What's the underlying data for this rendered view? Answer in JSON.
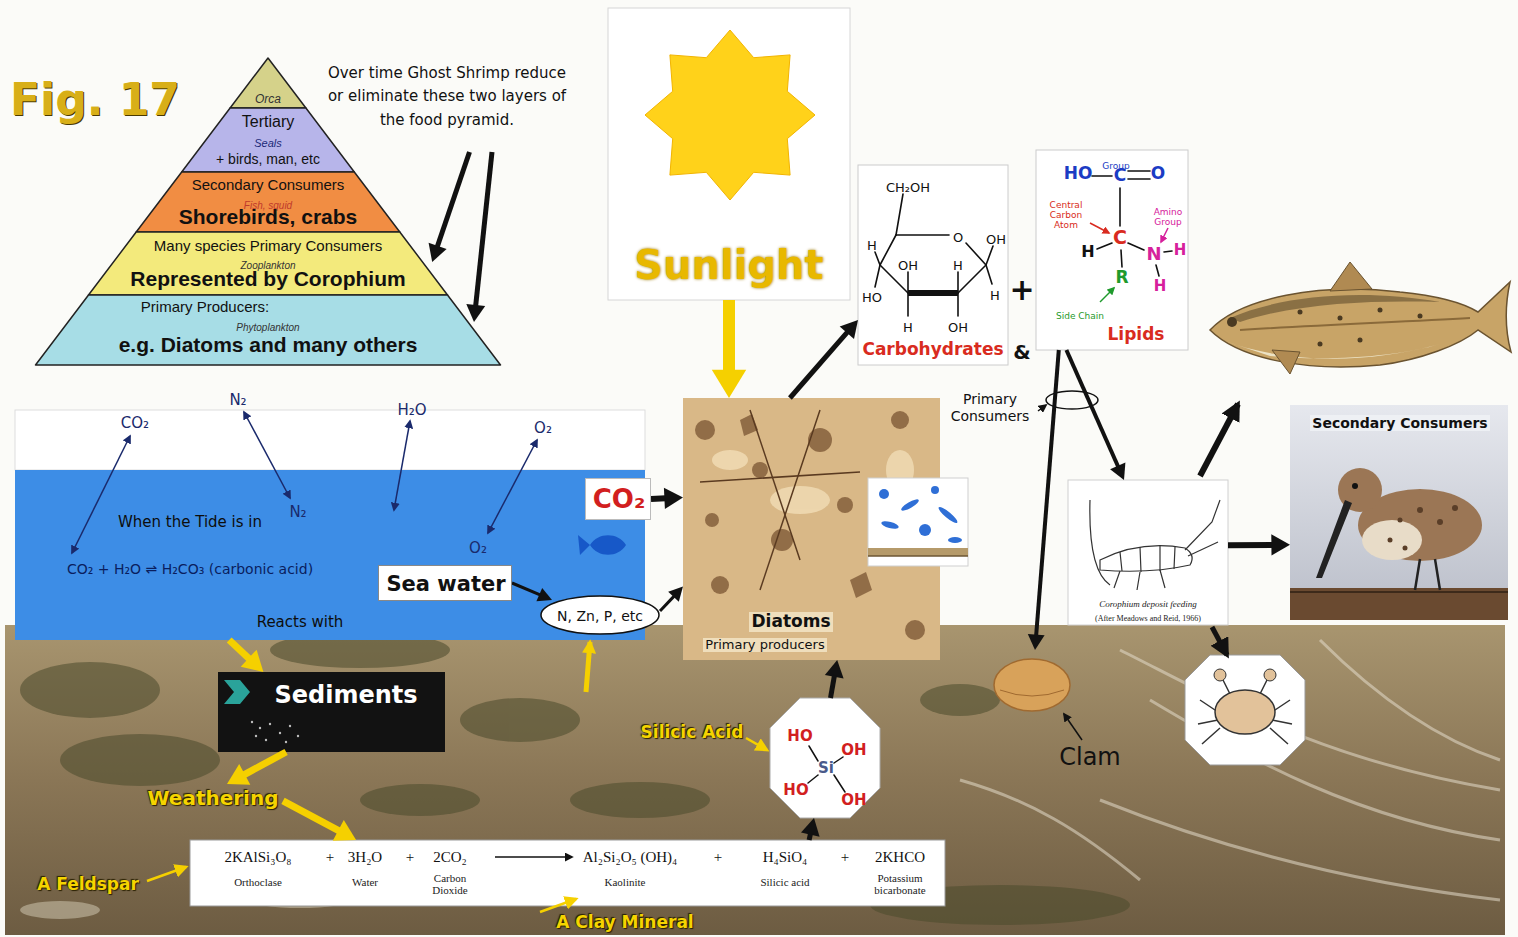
{
  "diagram": {
    "title": "Fig. 17",
    "nodes": [
      {
        "text": [
          "Orca"
        ]
      },
      {
        "text": [
          "Tertiary",
          "Seals",
          "+ birds, man, etc"
        ]
      },
      {
        "text": [
          "Secondary Consumers",
          "Fish, squid",
          "Shorebirds, crabs"
        ]
      },
      {
        "text": [
          "Many species Primary Consumers",
          "Zooplankton",
          "Represented by Corophium"
        ]
      },
      {
        "text": [
          "Primary Producers:",
          "Phytoplankton",
          "e.g. Diatoms and many others"
        ]
      },
      {
        "text": [
          "Over time Ghost Shrimp reduce or eliminate these two layers of the food pyramid."
        ]
      },
      {
        "text": [
          "Sunlight"
        ]
      },
      {
        "text": [
          "CH₂OH",
          "O",
          "H",
          "OH",
          "OH",
          "H",
          "HO",
          "H",
          "H",
          "OH",
          "Carbohydrates"
        ]
      },
      {
        "text": [
          "Group",
          "HO",
          "C",
          "O",
          "Central Carbon Atom",
          "Amino Group",
          "C",
          "H",
          "N",
          "H",
          "H",
          "R",
          "Side Chain",
          "Lipids"
        ]
      },
      {
        "text": [
          "When the Tide is in",
          "CO₂ + H₂O ⇌ H₂CO₃ (carbonic acid)"
        ]
      },
      {
        "text": [
          "Sea water"
        ],
        "in": 9
      },
      {
        "text": [
          "CO₂"
        ]
      },
      {
        "text": [
          "Diatoms",
          "Primary producers"
        ]
      },
      {
        "text": [
          "N, Zn, P, etc"
        ]
      },
      {
        "text": [
          "Corophium deposit feeding",
          "(After Meadows and Reid, 1966)"
        ]
      },
      {
        "text": [
          "Secondary Consumers"
        ]
      },
      {
        "text": [
          "Sediments"
        ]
      },
      {
        "text": [
          "HO",
          "OH",
          "Si",
          "HO",
          "OH"
        ]
      },
      {
        "text": [
          "Clam"
        ]
      },
      {
        "text": [
          "Weathering"
        ]
      },
      {
        "text": [
          "2KAlSi₃O₈",
          "+",
          "3H₂O",
          "+",
          "2CO₂",
          "Al₂Si₂O₅ (OH)₄",
          "+",
          "H₄SiO₄",
          "+",
          "2KHCO",
          "Orthoclase",
          "Water",
          "Carbon Dioxide",
          "Kaolinite",
          "Silicic acid",
          "Potassium bicarbonate"
        ]
      }
    ],
    "edges": [
      {
        "from": 5,
        "to": 3,
        "arrow": "to"
      },
      {
        "from": 5,
        "to": 4,
        "arrow": "to"
      },
      {
        "from": 6,
        "to": 12,
        "arrow": "to"
      },
      {
        "from": 12,
        "to": 7,
        "arrow": "to"
      },
      {
        "from": 11,
        "to": 12,
        "arrow": "to"
      },
      {
        "from": 10,
        "to": 13,
        "arrow": "to"
      },
      {
        "from": 13,
        "to": 12,
        "arrow": "to"
      },
      {
        "from": 8,
        "to": 14,
        "arrow": "to"
      },
      {
        "from": 8,
        "to": 18,
        "arrow": "to"
      },
      {
        "from": 14,
        "to": 15,
        "arrow": "to"
      },
      {
        "from": 9,
        "to": 16,
        "label": "Reacts with",
        "arrow": "to"
      },
      {
        "from": 16,
        "to": 19,
        "arrow": "to"
      },
      {
        "from": 19,
        "to": 20,
        "arrow": "to"
      },
      {
        "from": 20,
        "to": 17,
        "arrow": "to"
      },
      {
        "from": 17,
        "to": 12,
        "arrow": "to"
      }
    ],
    "labels": [
      "CO₂",
      "N₂",
      "H₂O",
      "O₂",
      "N₂",
      "O₂",
      "+",
      "&",
      "Primary Consumers",
      "Silicic Acid",
      "A Feldspar",
      "A Clay Mineral"
    ]
  }
}
